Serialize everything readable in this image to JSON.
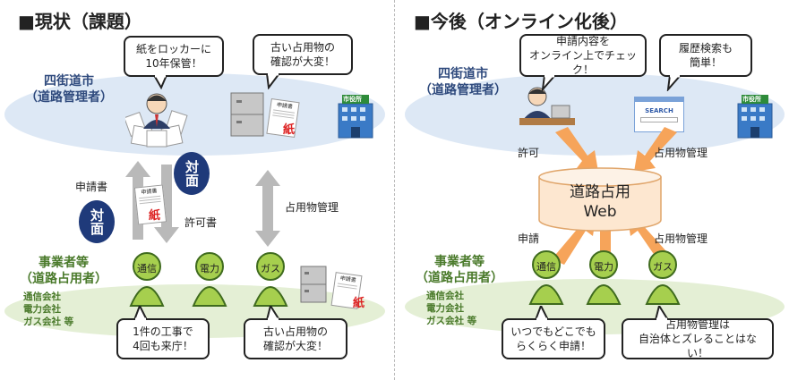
{
  "left": {
    "title": "■現状（課題）",
    "city_label": [
      "四街道市",
      "（道路管理者）"
    ],
    "business_label": [
      "事業者等",
      "（道路占用者）"
    ],
    "business_list": [
      "通信会社",
      "電力会社",
      "ガス会社 等"
    ],
    "bubble_paper": [
      "紙をロッカーに",
      "10年保管！"
    ],
    "bubble_confirm_top": [
      "古い占用物の",
      "確認が大変！"
    ],
    "bubble_visits": [
      "1件の工事で",
      "4回も来庁！"
    ],
    "bubble_confirm_bottom": [
      "古い占用物の",
      "確認が大変！"
    ],
    "application": "申請書",
    "permit": "許可書",
    "occupancy_mgmt": "占用物管理",
    "face_to_face_1": "対面",
    "face_to_face_2": "対面",
    "paper_mark": "紙",
    "paper_mark_2": "紙",
    "doc_label": "申請書",
    "doc_label_2": "申請書",
    "doc_label_3": "申請書",
    "city_hall_sign": "市役所",
    "persons": [
      "通信",
      "電力",
      "ガス"
    ]
  },
  "right": {
    "title": "■今後（オンライン化後）",
    "city_label": [
      "四街道市",
      "（道路管理者）"
    ],
    "business_label": [
      "事業者等",
      "（道路占用者）"
    ],
    "business_list": [
      "通信会社",
      "電力会社",
      "ガス会社 等"
    ],
    "bubble_online_check": [
      "申請内容を",
      "オンライン上でチェック！"
    ],
    "bubble_history": [
      "履歴検索も",
      "簡単！"
    ],
    "bubble_anywhere": [
      "いつでもどこでも",
      "らくらく申請！"
    ],
    "bubble_no_gap": [
      "占用物管理は",
      "自治体とズレることはない！"
    ],
    "permit": "許可",
    "occupancy_mgmt_top": "占用物管理",
    "application": "申請",
    "occupancy_mgmt_bottom": "占用物管理",
    "web_system": [
      "道路占用",
      "Web"
    ],
    "search_label": "SEARCH",
    "city_hall_sign": "市役所",
    "persons": [
      "通信",
      "電力",
      "ガス"
    ]
  },
  "colors": {
    "person_green": "#a6cf4e",
    "person_outline": "#3f6b1e",
    "dark_circle": "#1f3a7a",
    "arrow_orange": "#f6a45a",
    "arrow_gray": "#b9b9b9",
    "blue_ellipse": "#dde8f5",
    "green_ellipse": "#e4efd5"
  }
}
